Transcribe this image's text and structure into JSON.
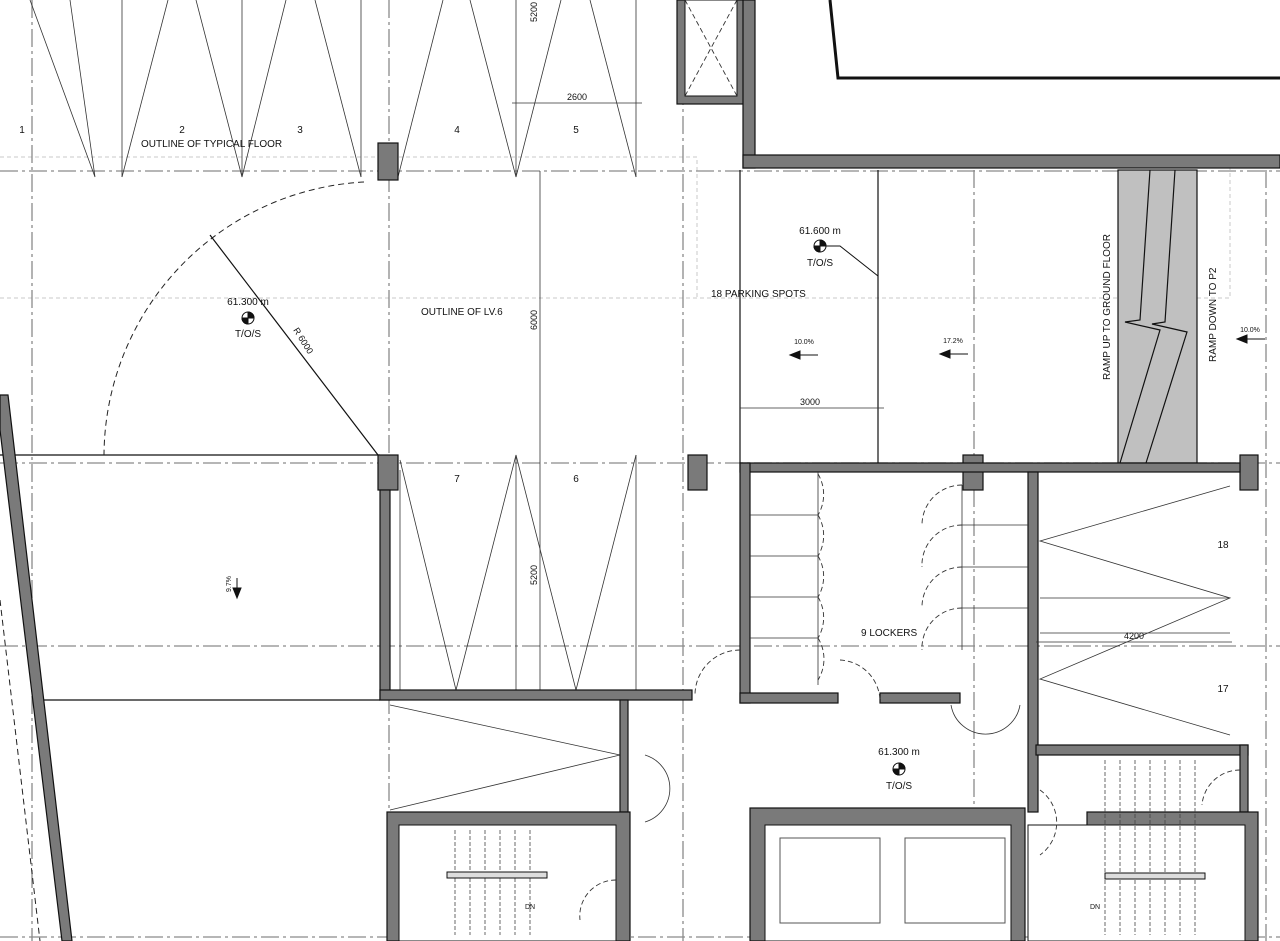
{
  "drawing": {
    "labels": {
      "typical_floor": "OUTLINE OF TYPICAL FLOOR",
      "lv6": "OUTLINE OF LV.6",
      "parking": "18 PARKING SPOTS",
      "lockers": "9 LOCKERS",
      "ramp_up": "RAMP UP TO GROUND FLOOR",
      "ramp_down": "RAMP DOWN TO P2",
      "dn_left": "DN",
      "dn_right": "DN"
    },
    "spots": [
      "1",
      "2",
      "3",
      "4",
      "5",
      "7",
      "6",
      "18",
      "17"
    ],
    "elevations": [
      {
        "value": "61.300 m",
        "tag": "T/O/S"
      },
      {
        "value": "61.600 m",
        "tag": "T/O/S"
      },
      {
        "value": "61.300 m",
        "tag": "T/O/S"
      }
    ],
    "dimensions": {
      "top_depth": "5200",
      "top_width": "2600",
      "aisle": "6000",
      "bottom_depth": "5200",
      "bay_width": "3000",
      "right_depth": "4200",
      "radius": "R 6000"
    },
    "slopes": {
      "a": "10.0%",
      "b": "17.2%",
      "c": "10.0%",
      "d": "9.7%"
    },
    "colors": {
      "wall": "#7a7a7a",
      "ramp": "#c0c0c0",
      "grid": "#8a8a8a"
    }
  }
}
